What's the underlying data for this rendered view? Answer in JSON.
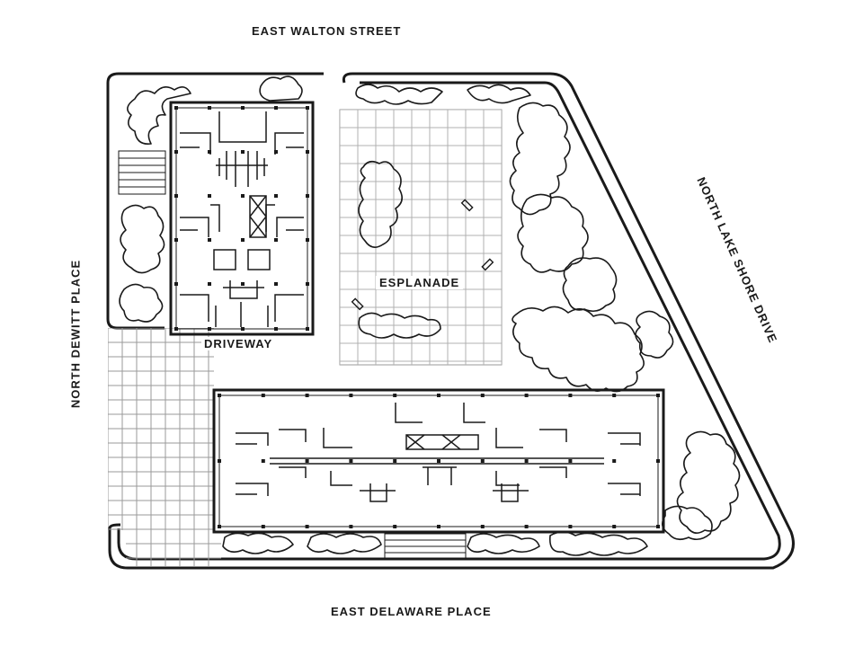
{
  "streets": {
    "north": "EAST WALTON STREET",
    "south": "EAST DELAWARE PLACE",
    "west": "NORTH DEWITT PLACE",
    "east": "NORTH LAKE SHORE DRIVE"
  },
  "areas": {
    "esplanade": "ESPLANADE",
    "driveway": "DRIVEWAY"
  },
  "colors": {
    "ink": "#1a1a1a",
    "grid": "#9a9a9a",
    "paper": "#ffffff"
  }
}
